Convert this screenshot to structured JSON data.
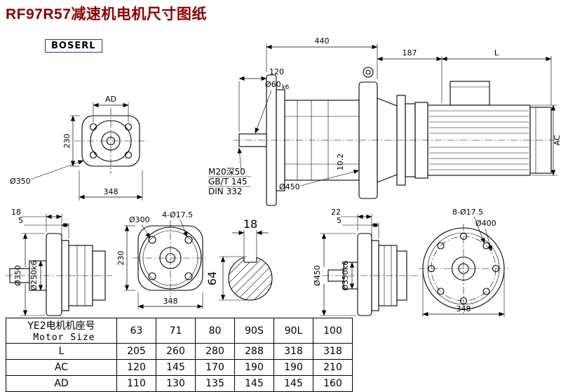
{
  "page": {
    "title": "RF97R57减速机电机尺寸图纸",
    "brand": "BOSERL"
  },
  "views": {
    "top_flange": {
      "ad": "AD",
      "d350": "Ø350",
      "h230": "230",
      "w348": "348"
    },
    "assembly": {
      "len440": "440",
      "len120": "120",
      "len187": "187",
      "lenL": "L",
      "shaft_dia": "Ø60",
      "shaft_tol": "k6",
      "tap_note1": "M20深50",
      "tap_note2": "GB/T 145",
      "tap_note3": "DIN 332",
      "flange_dia": "Ø450",
      "key_depth": "10.2",
      "ac": "AC"
    },
    "output_side": {
      "t18": "18",
      "t5": "5",
      "d350": "Ø350",
      "d250": "Ø250k6"
    },
    "output_flange": {
      "holes": "4-Ø17.5",
      "d300": "Ø300",
      "h230": "230",
      "w348": "348"
    },
    "shaft_section": {
      "key_w": "18",
      "dia": "64"
    },
    "input_side": {
      "t22": "22",
      "t5": "5",
      "d450": "Ø450",
      "d350": "Ø350k6"
    },
    "input_flange": {
      "holes": "8-Ø17.5",
      "d400": "Ø400",
      "w348": "348"
    }
  },
  "table": {
    "header_cn": "YE2电机机座号",
    "header_en": "Motor Size",
    "sizes": [
      "63",
      "71",
      "80",
      "90S",
      "90L",
      "100"
    ],
    "rows": [
      {
        "label": "L",
        "values": [
          "205",
          "260",
          "280",
          "288",
          "318",
          "318"
        ]
      },
      {
        "label": "AC",
        "values": [
          "120",
          "145",
          "170",
          "190",
          "190",
          "210"
        ]
      },
      {
        "label": "AD",
        "values": [
          "110",
          "130",
          "135",
          "145",
          "145",
          "160"
        ]
      }
    ]
  }
}
